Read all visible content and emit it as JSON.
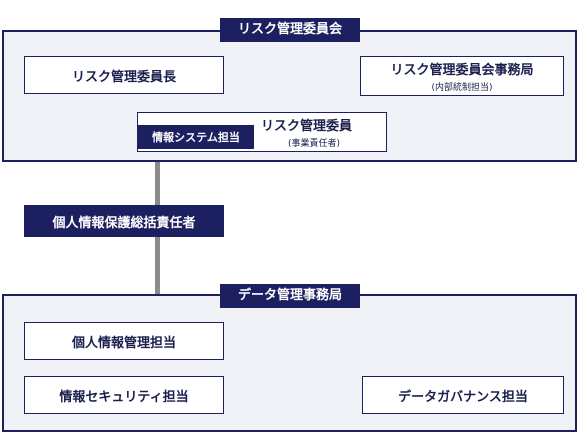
{
  "risk_committee": {
    "title": "リスク管理委員会",
    "chair": "リスク管理委員長",
    "secretariat": {
      "label": "リスク管理委員会事務局",
      "sub": "(内部統制担当)"
    },
    "member": {
      "label": "リスク管理委員",
      "sub": "(事業責任者)"
    },
    "info_system_tag": "情報システム担当"
  },
  "privacy_officer": "個人情報保護総括責任者",
  "data_office": {
    "title": "データ管理事務局",
    "personal_info": "個人情報管理担当",
    "security": "情報セキュリティ担当",
    "governance": "データガバナンス担当"
  },
  "colors": {
    "navy": "#1c2060",
    "frame_bg": "#f1f2f8",
    "connector": "#8a8a8a"
  }
}
